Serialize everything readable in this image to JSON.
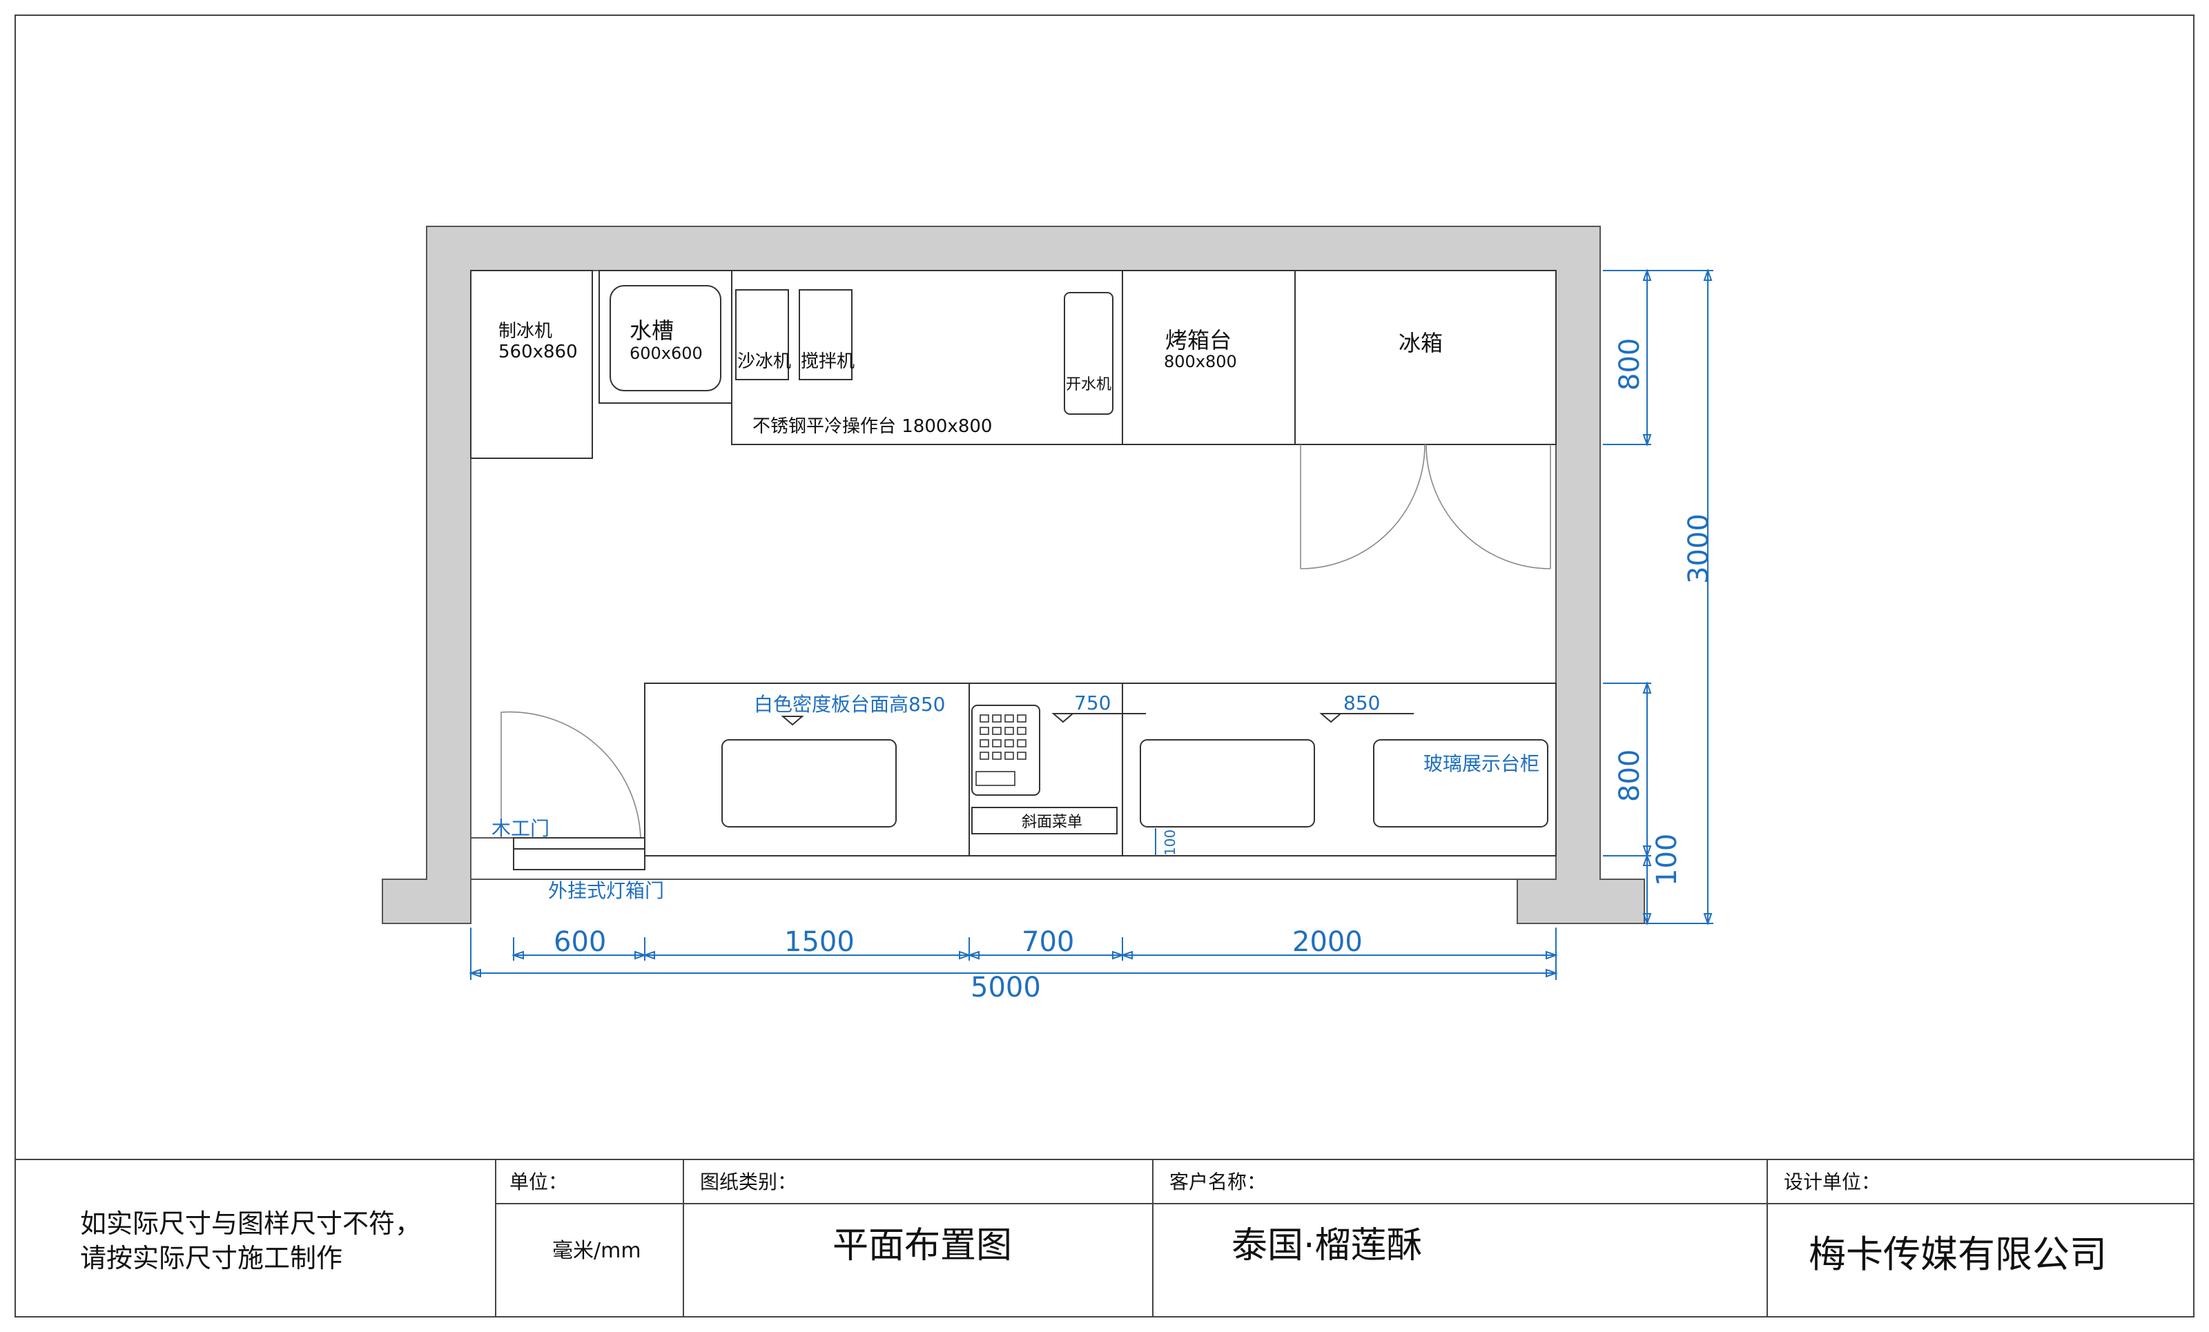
{
  "plan": {
    "equipment": {
      "ice_maker_name": "制冰机",
      "ice_maker_size": "560x860",
      "sink_name": "水槽",
      "sink_size": "600x600",
      "smoothie_machine": "沙冰机",
      "blender": "搅拌机",
      "water_boiler": "开水机",
      "worktable": "不锈钢平冷操作台 1800x800",
      "oven_table_name": "烤箱台",
      "oven_table_size": "800x800",
      "fridge": "冰箱",
      "counter_label": "白色密度板台面高850",
      "height_750": "750",
      "height_850": "850",
      "glass_cabinet": "玻璃展示台柜",
      "menu_board": "斜面菜单",
      "wood_door": "木工门",
      "lightbox_door": "外挂式灯箱门",
      "gap_100": "100"
    },
    "dimensions": {
      "d600": "600",
      "d1500": "1500",
      "d700": "700",
      "d2000": "2000",
      "total_width": "5000",
      "right_800_top": "800",
      "right_3000": "3000",
      "right_800_bottom": "800",
      "right_100": "100"
    }
  },
  "title_block": {
    "note_line1": "如实际尺寸与图样尺寸不符，",
    "note_line2": "请按实际尺寸施工制作",
    "unit_label": "单位：",
    "unit_value": "毫米/mm",
    "drawing_type_label": "图纸类别：",
    "drawing_type_value": "平面布置图",
    "client_label": "客户名称：",
    "client_value": "泰国·榴莲酥",
    "designer_label": "设计单位：",
    "designer_value": "梅卡传媒有限公司"
  },
  "colors": {
    "wall": "#cfcfcf",
    "dimension": "#1f6fc0",
    "line": "#333333"
  }
}
